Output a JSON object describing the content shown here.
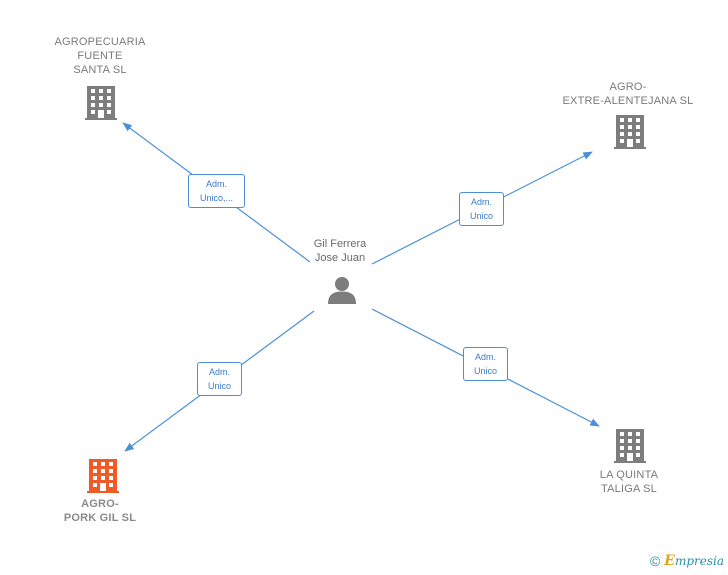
{
  "center": {
    "name": "Gil Ferrera\nJose Juan",
    "icon": "person-icon"
  },
  "companies": [
    {
      "id": "agropecuaria",
      "name": "AGROPECUARIA\nFUENTE\nSANTA  SL",
      "highlight": false
    },
    {
      "id": "alentejana",
      "name": "AGRO-\nEXTRE-ALENTEJANA SL",
      "highlight": false
    },
    {
      "id": "pork",
      "name": "AGRO-\nPORK GIL  SL",
      "highlight": true
    },
    {
      "id": "quinta",
      "name": "LA QUINTA\nTALIGA SL",
      "highlight": false
    }
  ],
  "edges": [
    {
      "to": "agropecuaria",
      "label": "Adm.\nUnico,..."
    },
    {
      "to": "alentejana",
      "label": "Adm.\nUnico"
    },
    {
      "to": "pork",
      "label": "Adm.\nUnico"
    },
    {
      "to": "quinta",
      "label": "Adm.\nUnico"
    }
  ],
  "colors": {
    "edge": "#4a90d9",
    "building": "#7d7d7d",
    "building_highlight": "#f05a28",
    "person": "#7d7d7d"
  },
  "footer": {
    "copyright": "©",
    "brand_initial": "E",
    "brand_rest": "mpresia"
  }
}
